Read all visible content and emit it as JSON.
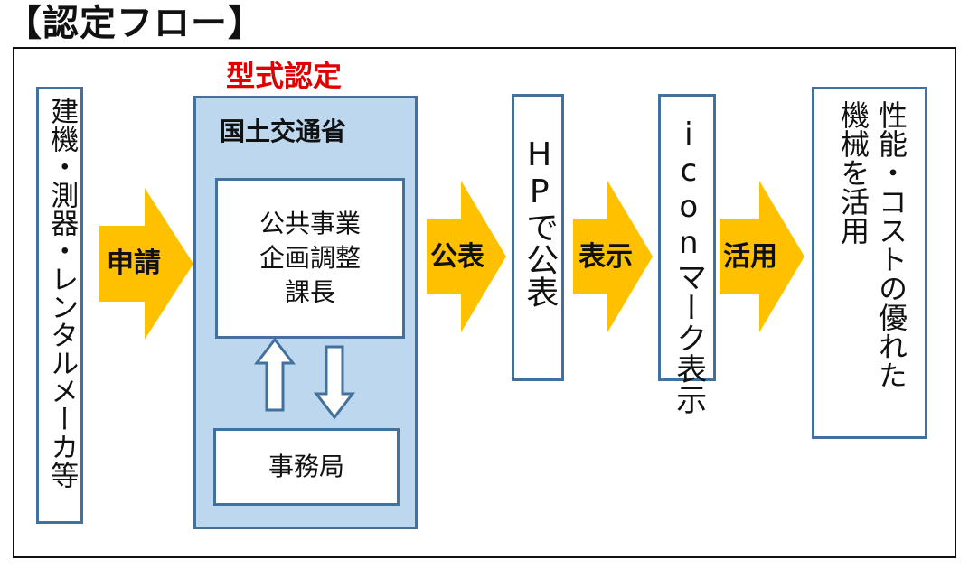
{
  "title": "【認定フロー】",
  "type_certification_label": "型式認定",
  "nodes": {
    "applicant": "建機・測器・レンタルメーカ等",
    "mlit": "国土交通省",
    "division": "公共事業\n企画調整\n課長",
    "secretariat": "事務局",
    "hp": "HPで公表",
    "icon_mark": "iconマーク表示",
    "result": "性能・コストの優れた\n機械を活用"
  },
  "arrows": {
    "apply": "申請",
    "publish": "公表",
    "display": "表示",
    "utilize": "活用"
  },
  "colors": {
    "arrow_fill": "#ffc000",
    "box_border": "#41719c",
    "group_fill": "#bdd7ee",
    "accent_red": "#e00000"
  }
}
